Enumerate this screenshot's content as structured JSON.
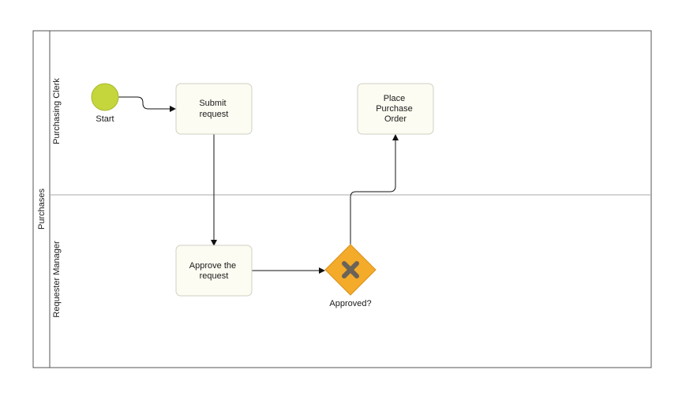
{
  "pool": {
    "label": "Purchases"
  },
  "lanes": [
    {
      "id": "lane-clerk",
      "label": "Purchasing Clerk"
    },
    {
      "id": "lane-manager",
      "label": "Requester Manager"
    }
  ],
  "start_event": {
    "label": "Start"
  },
  "tasks": {
    "submit": {
      "lines": [
        "Submit",
        "request"
      ]
    },
    "approve": {
      "lines": [
        "Approve the",
        "request"
      ]
    },
    "place": {
      "lines": [
        "Place",
        "Purchase",
        "Order"
      ]
    }
  },
  "gateway": {
    "label": "Approved?",
    "icon": "x-icon"
  },
  "colors": {
    "start_fill": "#c5d63c",
    "task_fill": "#fdfcf2",
    "task_stroke": "#cfcfc4",
    "gateway_fill": "#f4ab2a",
    "gateway_icon": "#6b6358",
    "pool_stroke": "#555555",
    "lane_divider": "#aaaaaa"
  }
}
